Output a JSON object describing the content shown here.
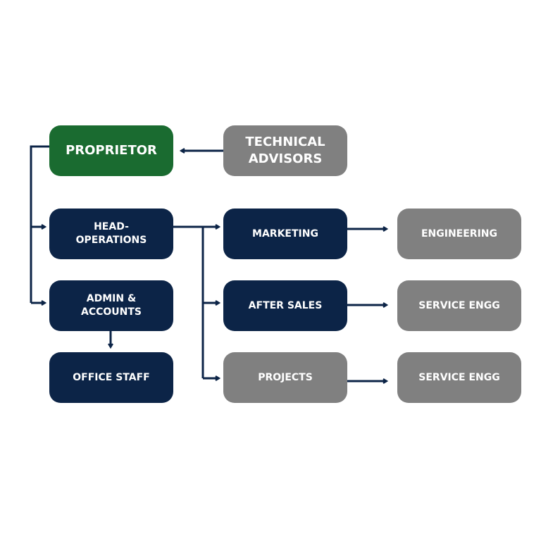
{
  "colors": {
    "primary": "#1a6b30",
    "department": "#0c2447",
    "secondary": "#808080",
    "connector": "#0c2447",
    "text": "#ffffff"
  },
  "nodes": {
    "proprietor": {
      "label": "PROPRIETOR",
      "style": "green"
    },
    "technical_advisors": {
      "label": "TECHNICAL\nADVISORS",
      "style": "gray"
    },
    "head_operations": {
      "label": "HEAD-\nOPERATIONS",
      "style": "navy"
    },
    "admin_accounts": {
      "label": "ADMIN &\nACCOUNTS",
      "style": "navy"
    },
    "office_staff": {
      "label": "OFFICE STAFF",
      "style": "navy"
    },
    "marketing": {
      "label": "MARKETING",
      "style": "navy"
    },
    "after_sales": {
      "label": "AFTER SALES",
      "style": "navy"
    },
    "projects": {
      "label": "PROJECTS",
      "style": "gray"
    },
    "engineering": {
      "label": "ENGINEERING",
      "style": "gray"
    },
    "service_engg_1": {
      "label": "SERVICE ENGG",
      "style": "gray"
    },
    "service_engg_2": {
      "label": "SERVICE ENGG",
      "style": "gray"
    }
  },
  "edges": [
    {
      "from": "technical_advisors",
      "to": "proprietor"
    },
    {
      "from": "proprietor",
      "to": "head_operations"
    },
    {
      "from": "proprietor",
      "to": "admin_accounts"
    },
    {
      "from": "admin_accounts",
      "to": "office_staff"
    },
    {
      "from": "head_operations",
      "to": "marketing"
    },
    {
      "from": "head_operations",
      "to": "after_sales"
    },
    {
      "from": "head_operations",
      "to": "projects"
    },
    {
      "from": "marketing",
      "to": "engineering"
    },
    {
      "from": "after_sales",
      "to": "service_engg_1"
    },
    {
      "from": "projects",
      "to": "service_engg_2"
    }
  ]
}
